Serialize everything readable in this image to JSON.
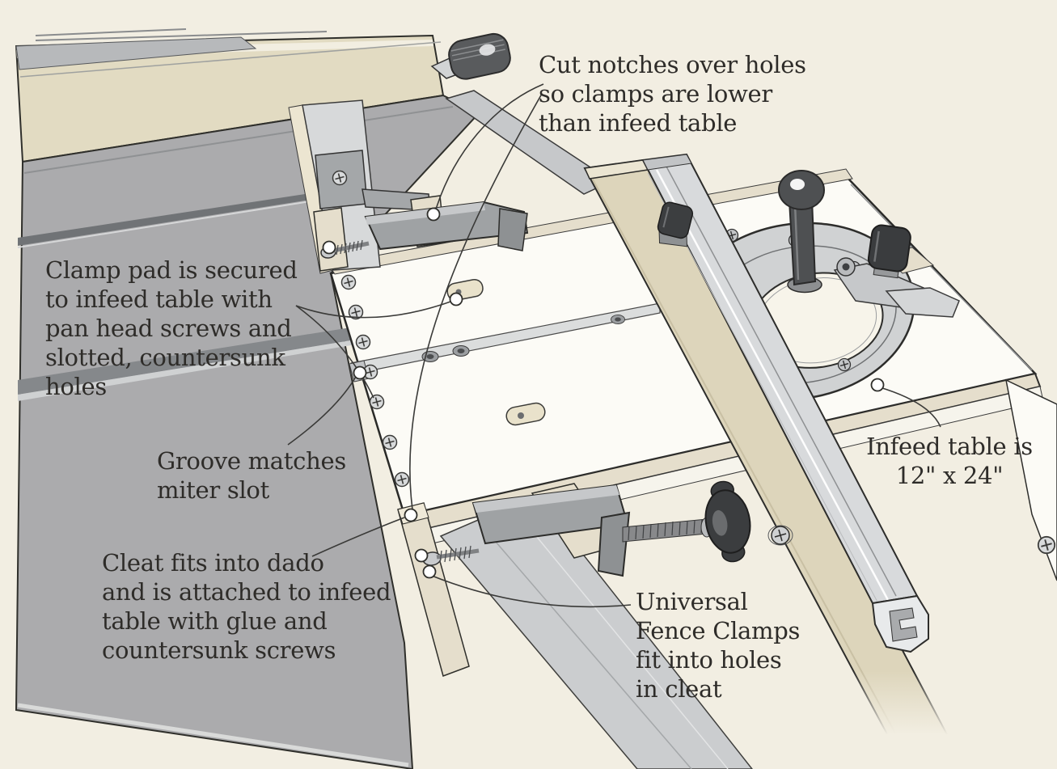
{
  "figure": {
    "annotations": {
      "cut_notches": {
        "text": "Cut notches over holes\nso clamps are lower\nthan infeed table"
      },
      "clamp_pad": {
        "text": "Clamp pad is secured\nto infeed table with\npan head screws and\nslotted, countersunk\nholes"
      },
      "groove": {
        "text": "Groove matches\nmiter slot"
      },
      "cleat": {
        "text": "Cleat fits into dado\nand is attached to infeed\ntable with glue and\ncountersunk screws"
      },
      "universal_clamps": {
        "text": "Universal\nFence Clamps\nfit into holes\nin cleat"
      },
      "infeed_size": {
        "text": "Infeed table is\n12\" x 24\""
      }
    },
    "palette": {
      "background": "#f2eee2",
      "saw_table_gray": "#ababad",
      "infeed_table_white": "#fcfbf6",
      "wood_tan": "#ddd5bb",
      "cleat_tan": "#e5decc",
      "clamp_gray": "#9fa2a4",
      "knob_black": "#3a3c3e",
      "line_ink": "#2d2d2b"
    }
  }
}
